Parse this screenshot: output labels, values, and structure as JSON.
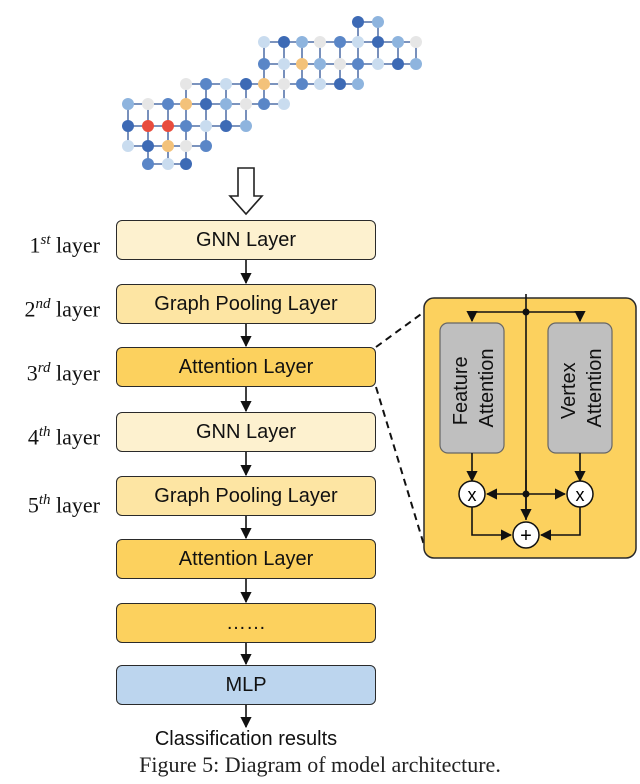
{
  "layers": [
    {
      "num": "1",
      "sup": "st",
      "word": "layer"
    },
    {
      "num": "2",
      "sup": "nd",
      "word": "layer"
    },
    {
      "num": "3",
      "sup": "rd",
      "word": "layer"
    },
    {
      "num": "4",
      "sup": "th",
      "word": "layer"
    },
    {
      "num": "5",
      "sup": "th",
      "word": "layer"
    }
  ],
  "blocks": [
    {
      "label": "GNN Layer",
      "fill": "#fdf1cf"
    },
    {
      "label": "Graph Pooling Layer",
      "fill": "#fde5a3"
    },
    {
      "label": "Attention Layer",
      "fill": "#fcd15e"
    },
    {
      "label": "GNN Layer",
      "fill": "#fdf1cf"
    },
    {
      "label": "Graph Pooling Layer",
      "fill": "#fde5a3"
    },
    {
      "label": "Attention Layer",
      "fill": "#fcd15e"
    },
    {
      "label": "……",
      "fill": "#fcd15e"
    },
    {
      "label": "MLP",
      "fill": "#bcd5ee"
    }
  ],
  "output_label": "Classification results",
  "detail": {
    "panel_fill": "#fcd15e",
    "feature_attention": [
      "Feature",
      "Attention"
    ],
    "vertex_attention": [
      "Vertex",
      "Attention"
    ],
    "multiply_symbol": "x",
    "add_symbol": "+"
  },
  "caption": "Figure 5: Diagram of model architecture."
}
